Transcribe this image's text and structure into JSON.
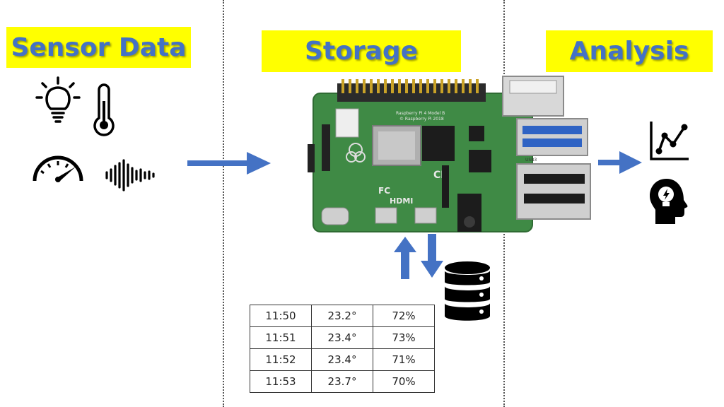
{
  "headers": {
    "sensor": "Sensor Data",
    "storage": "Storage",
    "analysis": "Analysis"
  },
  "sensor_icons": [
    "light-bulb-icon",
    "thermometer-icon",
    "gauge-icon",
    "sound-wave-icon"
  ],
  "analysis_icons": [
    "line-chart-icon",
    "idea-head-icon"
  ],
  "storage_icons": [
    "raspberry-pi-board",
    "database-icon"
  ],
  "board_labels": {
    "model": "Raspberry Pi 4 Model B",
    "copyright": "© Raspberry Pi 2018",
    "hdmi": "HDMI",
    "ce": "CE",
    "fc": "FC",
    "usb3": "USB3"
  },
  "table": {
    "rows": [
      [
        "11:50",
        "23.2°",
        "72%"
      ],
      [
        "11:51",
        "23.4°",
        "73%"
      ],
      [
        "11:52",
        "23.4°",
        "71%"
      ],
      [
        "11:53",
        "23.7°",
        "70%"
      ]
    ]
  },
  "colors": {
    "header_bg": "#ffff00",
    "header_text": "#4472c4",
    "arrow": "#4472c4",
    "board_green": "#3f8a45",
    "icon": "#000000"
  }
}
